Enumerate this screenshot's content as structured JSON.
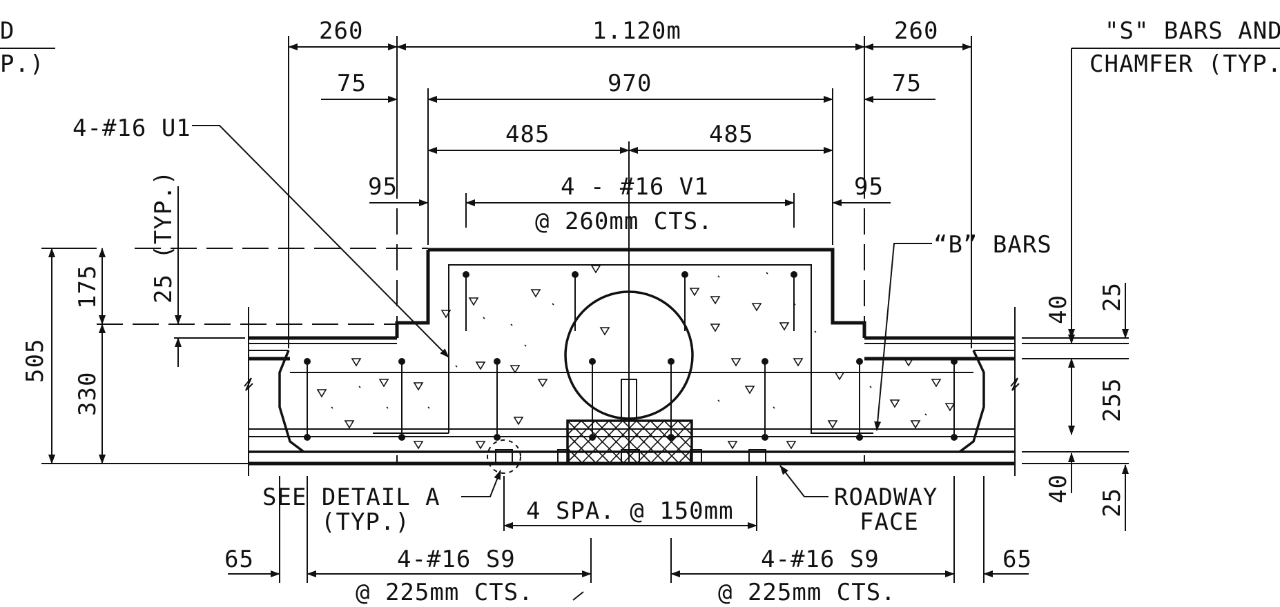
{
  "drawing": {
    "dims": {
      "top_left_260": "260",
      "top_center_1120": "1.120m",
      "top_right_260": "260",
      "left_75": "75",
      "center_970": "970",
      "right_75": "75",
      "left_485": "485",
      "right_485": "485",
      "left_95": "95",
      "right_95": "95",
      "left_505": "505",
      "left_175": "175",
      "left_330": "330",
      "left_25_typ": "25 (TYP.)",
      "right_40_top": "40",
      "right_25_top": "25",
      "right_255": "255",
      "right_40_bot": "40",
      "right_25_bot": "25",
      "bottom_65_left": "65",
      "bottom_65_right": "65"
    },
    "labels": {
      "u1_bars": "4-#16 U1",
      "v1_bars_line1": "4 - #16 V1",
      "v1_bars_line2": "@ 260mm CTS.",
      "b_bars": "“B” BARS",
      "s_bars_line1": "\"S\" BARS AND",
      "s_bars_line2": "CHAMFER (TYP.",
      "top_left_frag1": "D",
      "top_left_frag2": "P.)",
      "see_detail_line1": "SEE DETAIL A",
      "see_detail_line2": "(TYP.)",
      "spacing": "4 SPA. @ 150mm",
      "roadway_line1": "ROADWAY",
      "roadway_line2": "FACE",
      "s9_left_line1": "4-#16 S9",
      "s9_left_line2": "@ 225mm CTS.",
      "s9_right_line1": "4-#16 S9",
      "s9_right_line2": "@ 225mm CTS."
    }
  }
}
